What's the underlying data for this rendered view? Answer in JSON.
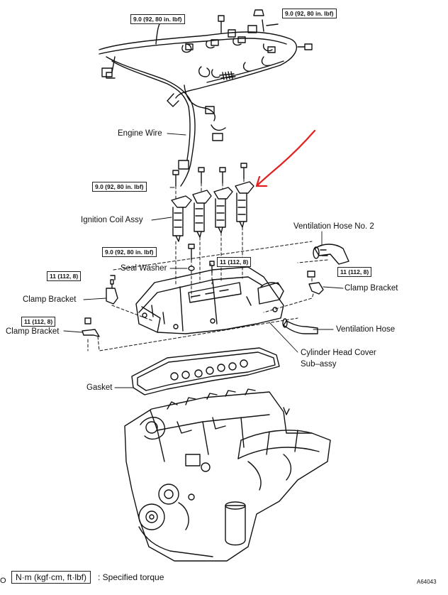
{
  "torque_values": {
    "wire_bolt_left": "9.0 (92, 80 in. lbf)",
    "wire_bolt_right": "9.0 (92, 80 in. lbf)",
    "coil_bolt": "9.0 (92, 80 in. lbf)",
    "seal_washer": "9.0 (92, 80 in. lbf)",
    "cover_nut": "11 (112, 8)",
    "clamp_left_upper": "11 (112, 8)",
    "clamp_right": "11 (112, 8)",
    "clamp_left_lower": "11 (112, 8)"
  },
  "labels": {
    "engine_wire": "Engine Wire",
    "ignition_coil": "Ignition Coil Assy",
    "seal_washer": "Seal Washer",
    "ventilation_hose_2": "Ventilation Hose No. 2",
    "clamp_bracket_left_upper": "Clamp Bracket",
    "clamp_bracket_right": "Clamp Bracket",
    "clamp_bracket_left_lower": "Clamp Bracket",
    "ventilation_hose": "Ventilation Hose",
    "cylinder_head_cover_1": "Cylinder Head Cover",
    "cylinder_head_cover_2": "Sub–assy",
    "gasket": "Gasket"
  },
  "legend": {
    "unit_box": "N·m (kgf·cm, ft·lbf)",
    "description": ": Specified torque"
  },
  "figure_id": "A64043",
  "edge_mark": "O",
  "colors": {
    "ink": "#111111",
    "annotation_arrow": "#e32020"
  }
}
